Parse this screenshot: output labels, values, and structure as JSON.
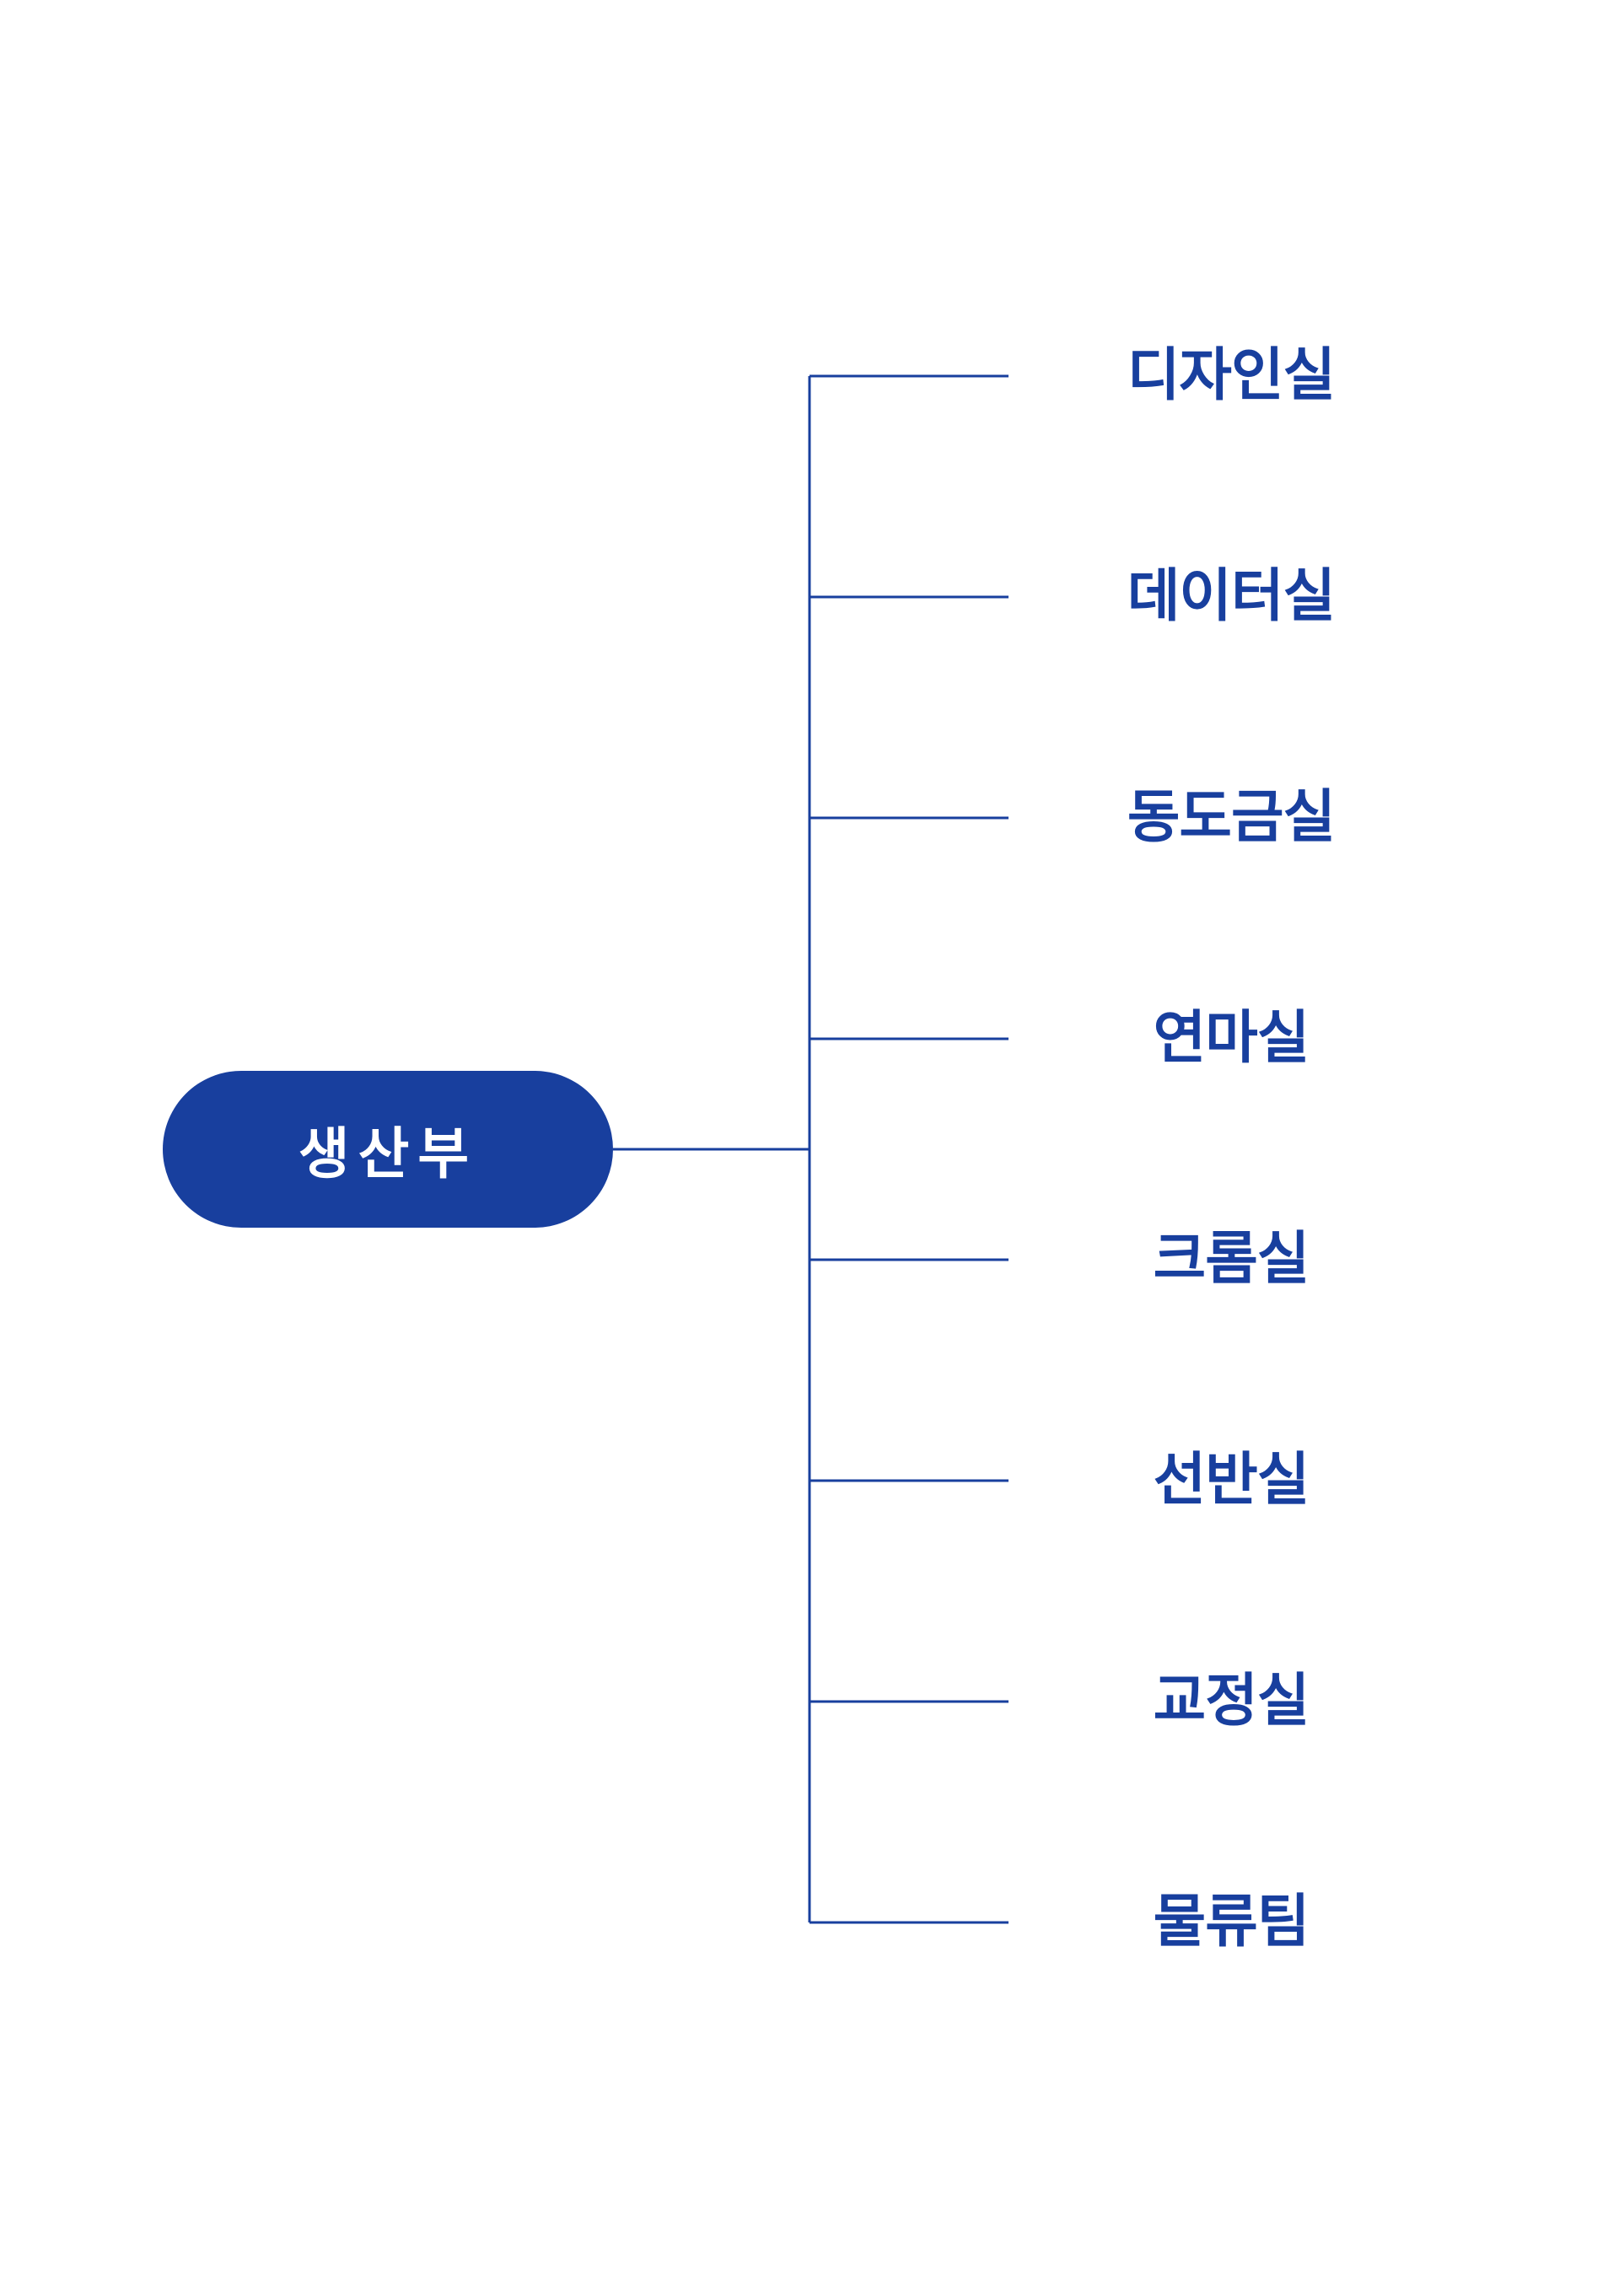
{
  "colors": {
    "primary": "#183f9e",
    "background": "#ffffff",
    "root_text": "#ffffff"
  },
  "root": {
    "label": "생산부"
  },
  "branches": [
    {
      "label": "디자인실"
    },
    {
      "label": "데이터실"
    },
    {
      "label": "동도금실"
    },
    {
      "label": "연마실"
    },
    {
      "label": "크롬실"
    },
    {
      "label": "선반실"
    },
    {
      "label": "교정실"
    },
    {
      "label": "물류팀"
    }
  ]
}
